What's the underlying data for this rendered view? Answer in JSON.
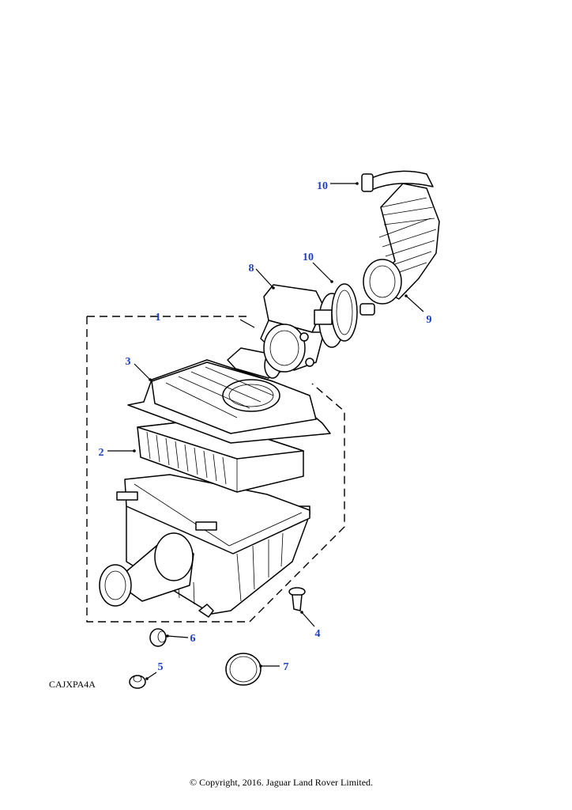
{
  "figure": {
    "code": "CAJXPA4A",
    "copyright": "© Copyright, 2016. Jaguar Land Rover Limited."
  },
  "callouts": [
    {
      "id": "c1",
      "label": "1"
    },
    {
      "id": "c2",
      "label": "2"
    },
    {
      "id": "c3",
      "label": "3"
    },
    {
      "id": "c4",
      "label": "4"
    },
    {
      "id": "c5",
      "label": "5"
    },
    {
      "id": "c6",
      "label": "6"
    },
    {
      "id": "c7",
      "label": "7"
    },
    {
      "id": "c8",
      "label": "8"
    },
    {
      "id": "c9",
      "label": "9"
    },
    {
      "id": "c10a",
      "label": "10"
    },
    {
      "id": "c10b",
      "label": "10"
    }
  ],
  "colors": {
    "callout": "#1f3fbf",
    "lines": "#000000",
    "background": "#ffffff"
  }
}
